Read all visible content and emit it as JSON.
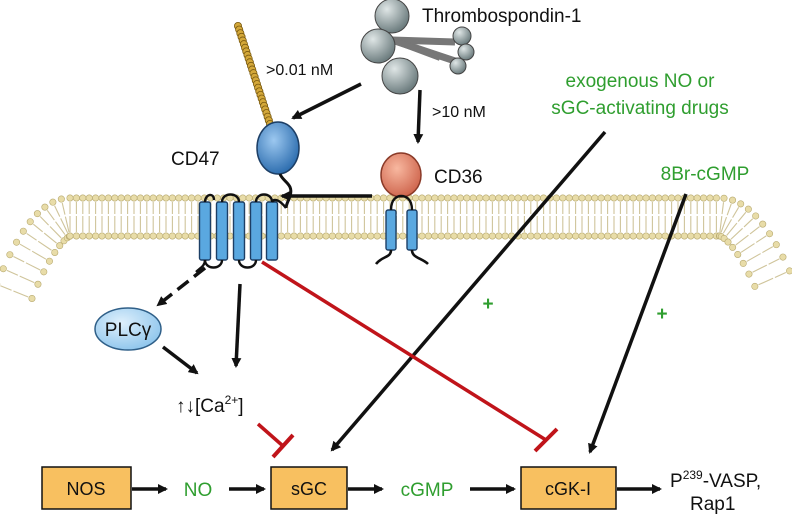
{
  "labels": {
    "thrombospondin": "Thrombospondin-1",
    "conc_cd47": ">0.01 nM",
    "conc_cd36": ">10 nM",
    "cd47": "CD47",
    "cd36": "CD36",
    "exogenous_line1": "exogenous NO or",
    "exogenous_line2": "sGC-activating drugs",
    "br_cgmp": "8Br-cGMP",
    "plus_left": "+",
    "plus_right": "+",
    "plc": "PLCγ",
    "calcium_prefix": "↑↓[Ca",
    "calcium_sup": "2+",
    "calcium_suffix": "]",
    "no": "NO",
    "cgmp": "cGMP",
    "vasp_p": "P",
    "vasp_sup": "239",
    "vasp_line1": "-VASP,",
    "vasp_line2": "Rap1"
  },
  "boxes": {
    "nos": "NOS",
    "sgc": "sGC",
    "cgk": "cGK-I"
  },
  "colors": {
    "green_text": "#2f9e2f",
    "inhibit_red": "#c0141a",
    "box_fill": "#f8c060",
    "cd47_fill": "#4a90d0",
    "cd36_fill": "#e8806a",
    "receptor_blue": "#5aa8e0",
    "membrane_bead": "#e8dca8",
    "tsp_gray": "#8c9a9c"
  }
}
